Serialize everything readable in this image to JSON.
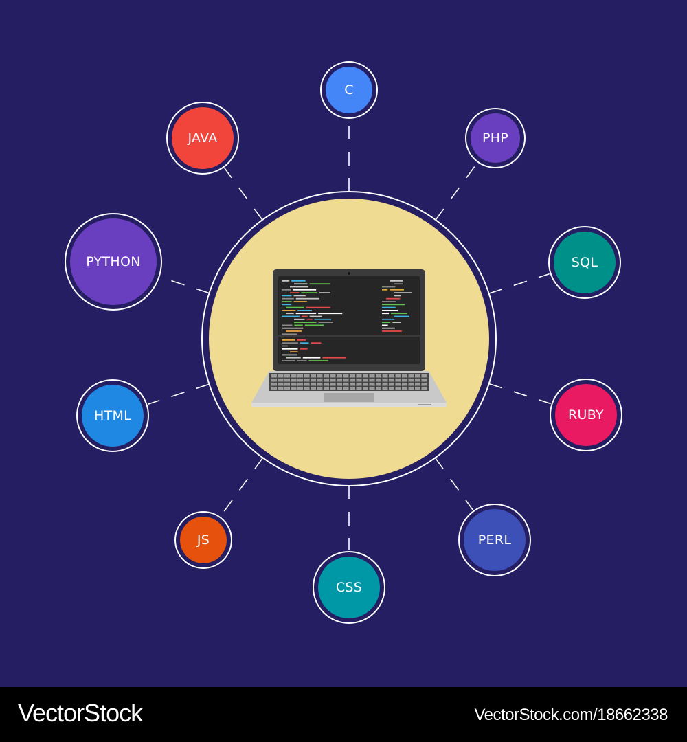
{
  "hub": {
    "fill": "#f0db93",
    "ring_color": "#ffffff",
    "screen_color": "#262626",
    "body_color": "#c9c9c9"
  },
  "nodes": [
    {
      "id": "c",
      "label": "C",
      "color": "#4486f7"
    },
    {
      "id": "php",
      "label": "PHP",
      "color": "#6a3fbf"
    },
    {
      "id": "sql",
      "label": "SQL",
      "color": "#00908a"
    },
    {
      "id": "ruby",
      "label": "RUBY",
      "color": "#e91a62"
    },
    {
      "id": "perl",
      "label": "PERL",
      "color": "#3d50b8"
    },
    {
      "id": "css",
      "label": "CSS",
      "color": "#0097a6"
    },
    {
      "id": "js",
      "label": "JS",
      "color": "#e6520e"
    },
    {
      "id": "html",
      "label": "HTML",
      "color": "#1f88e3"
    },
    {
      "id": "python",
      "label": "PYTHON",
      "color": "#6a3fbf"
    },
    {
      "id": "java",
      "label": "JAVA",
      "color": "#f1443b"
    }
  ],
  "footer": {
    "brand": "VectorStock",
    "url": "VectorStock.com/18662338"
  },
  "colors": {
    "background": "#251e62",
    "footer_background": "#000000",
    "connector": "#ffffff"
  }
}
